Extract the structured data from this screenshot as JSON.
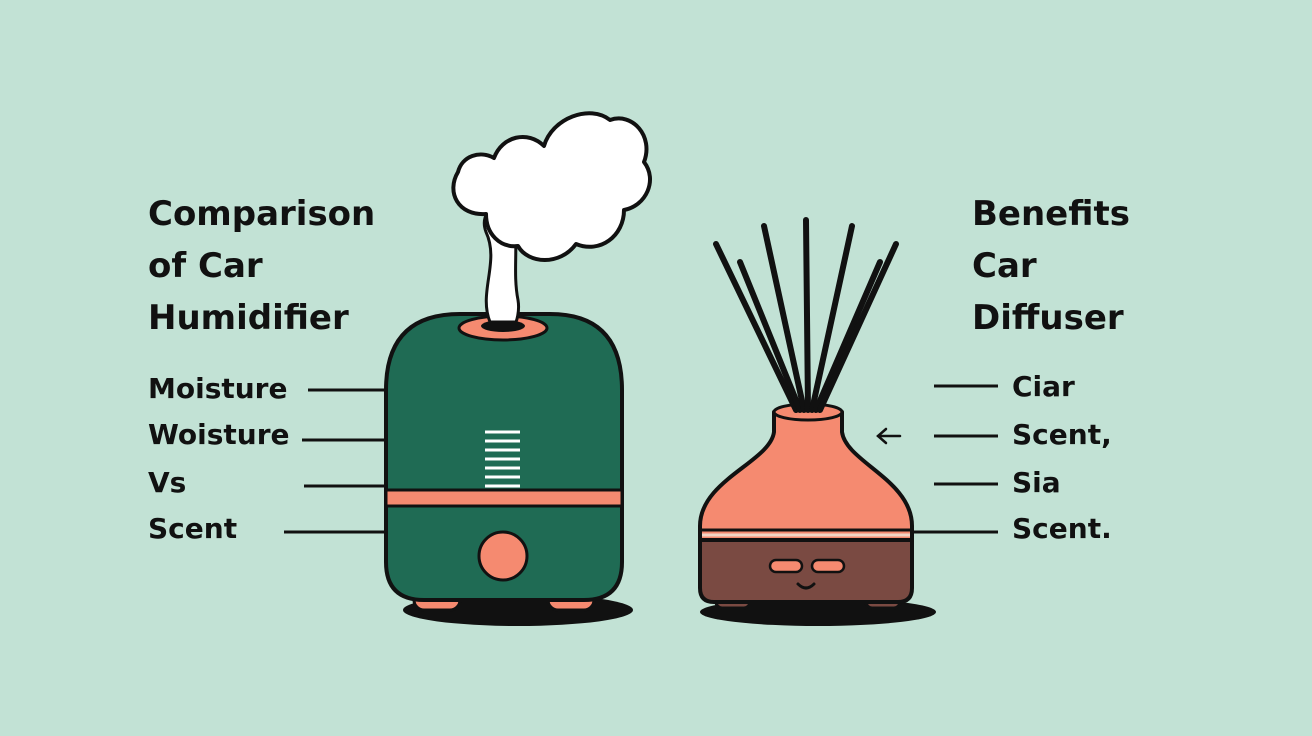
{
  "left_panel": {
    "title_lines": [
      "Comparison",
      "of Car",
      "Humidifier"
    ],
    "items": [
      "Moisture",
      "Woisture",
      "Vs",
      "Scent"
    ]
  },
  "right_panel": {
    "title_lines": [
      "Benefits",
      "Car",
      "Diffuser"
    ],
    "items": [
      "Ciar",
      "Scent,",
      "Sia",
      "Scent."
    ]
  },
  "icons": {
    "humidifier": "humidifier-icon",
    "diffuser": "reed-diffuser-icon",
    "steam": "steam-cloud-icon",
    "arrow": "arrow-left-icon"
  },
  "colors": {
    "background": "#c2e2d5",
    "humidifier_body": "#1f6b54",
    "accent_coral": "#f58a70",
    "diffuser_base": "#7a4a42",
    "outline": "#111111",
    "cloud": "#ffffff"
  }
}
